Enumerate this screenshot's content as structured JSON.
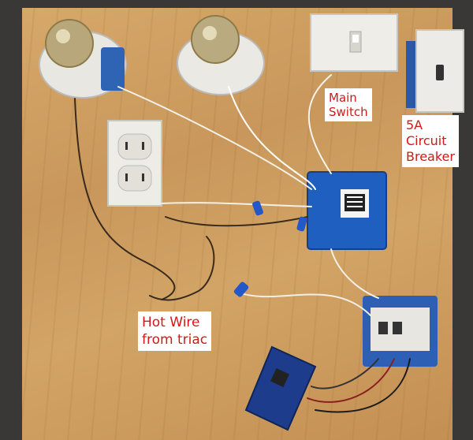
{
  "labels": {
    "main_switch": [
      "Main",
      "Switch"
    ],
    "circuit_breaker": [
      "5A",
      "Circuit",
      "Breaker"
    ],
    "hot_wire": [
      "Hot Wire",
      "from triac"
    ]
  },
  "colors": {
    "label_text": "#d21818",
    "label_bg": "#ffffff",
    "plywood": "#cfa064",
    "junction_box": "#1f5fbf"
  },
  "objects": [
    "light-bulb-left",
    "light-bulb-right",
    "wall-switch",
    "circuit-breaker",
    "duplex-outlet",
    "junction-box",
    "breadboard",
    "arduino-board",
    "wire-nuts"
  ]
}
